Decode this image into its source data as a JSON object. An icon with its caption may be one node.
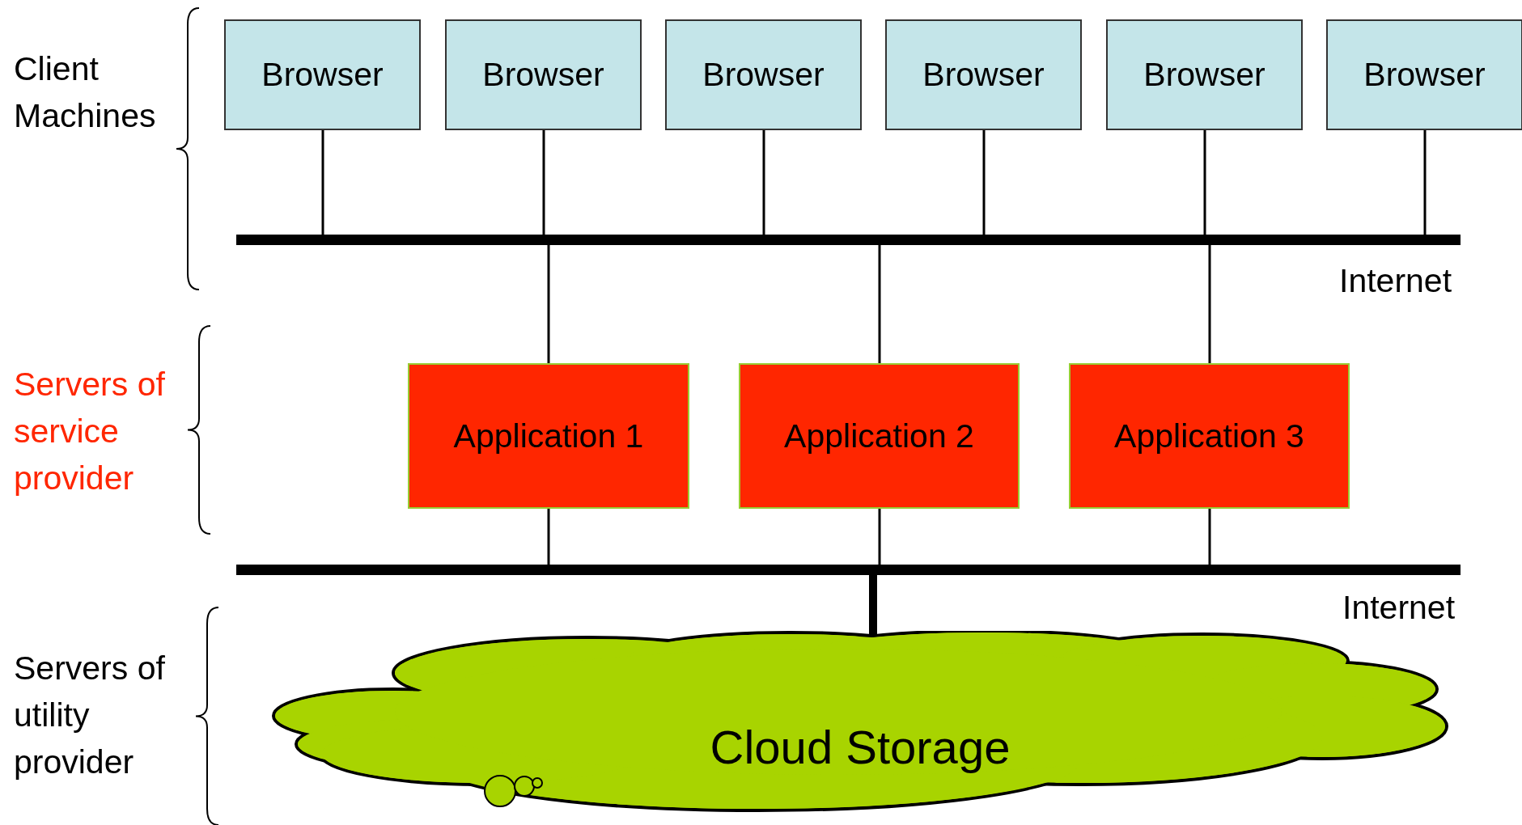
{
  "diagram": {
    "nodes": [
      {
        "text": [
          "Browser"
        ]
      },
      {
        "text": [
          "Browser"
        ]
      },
      {
        "text": [
          "Browser"
        ]
      },
      {
        "text": [
          "Browser"
        ]
      },
      {
        "text": [
          "Browser"
        ]
      },
      {
        "text": [
          "Browser"
        ]
      },
      {
        "text": [],
        "shape": "bar",
        "beside": [
          "Internet"
        ]
      },
      {
        "text": [
          "Application 1"
        ]
      },
      {
        "text": [
          "Application 2"
        ]
      },
      {
        "text": [
          "Application 3"
        ]
      },
      {
        "text": [],
        "shape": "bar",
        "beside": [
          "Internet"
        ]
      },
      {
        "text": [
          "Cloud Storage"
        ]
      }
    ],
    "edges": [
      {
        "from": 0,
        "to": 6,
        "arrow": "none"
      },
      {
        "from": 1,
        "to": 6,
        "arrow": "none"
      },
      {
        "from": 2,
        "to": 6,
        "arrow": "none"
      },
      {
        "from": 3,
        "to": 6,
        "arrow": "none"
      },
      {
        "from": 4,
        "to": 6,
        "arrow": "none"
      },
      {
        "from": 5,
        "to": 6,
        "arrow": "none"
      },
      {
        "from": 6,
        "to": 7,
        "arrow": "none"
      },
      {
        "from": 6,
        "to": 8,
        "arrow": "none"
      },
      {
        "from": 6,
        "to": 9,
        "arrow": "none"
      },
      {
        "from": 7,
        "to": 10,
        "arrow": "none"
      },
      {
        "from": 8,
        "to": 10,
        "arrow": "none"
      },
      {
        "from": 9,
        "to": 10,
        "arrow": "none"
      },
      {
        "from": 10,
        "to": 11,
        "arrow": "none",
        "style": "thick"
      }
    ],
    "labels": [
      "Client Machines",
      "Servers of service provider",
      "Servers of utility provider"
    ]
  }
}
